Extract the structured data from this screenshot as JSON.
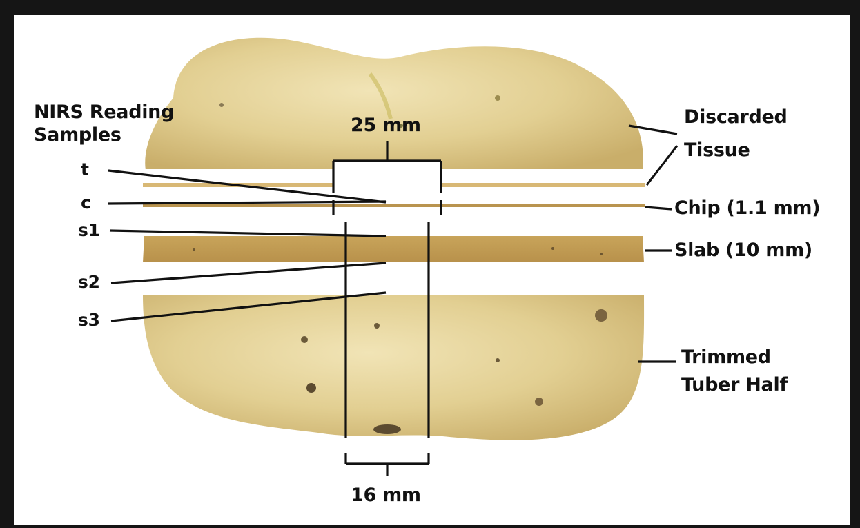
{
  "title_lines": [
    "NIRS Reading",
    "Samples"
  ],
  "sample_labels": [
    "t",
    "c",
    "s1",
    "s2",
    "s3"
  ],
  "dimension_top": "25 mm",
  "dimension_bottom": "16 mm",
  "callouts": {
    "discarded": [
      "Discarded",
      "Tissue"
    ],
    "chip": "Chip (1.1 mm)",
    "slab": "Slab (10 mm)",
    "trimmed": [
      "Trimmed",
      "Tuber Half"
    ]
  },
  "colors": {
    "frame": "#151515",
    "background": "#ffffff",
    "potato_skin": "#e6d59a",
    "potato_flesh": "#d9c27a",
    "slice": "#c8a45a",
    "ink": "#111111"
  }
}
